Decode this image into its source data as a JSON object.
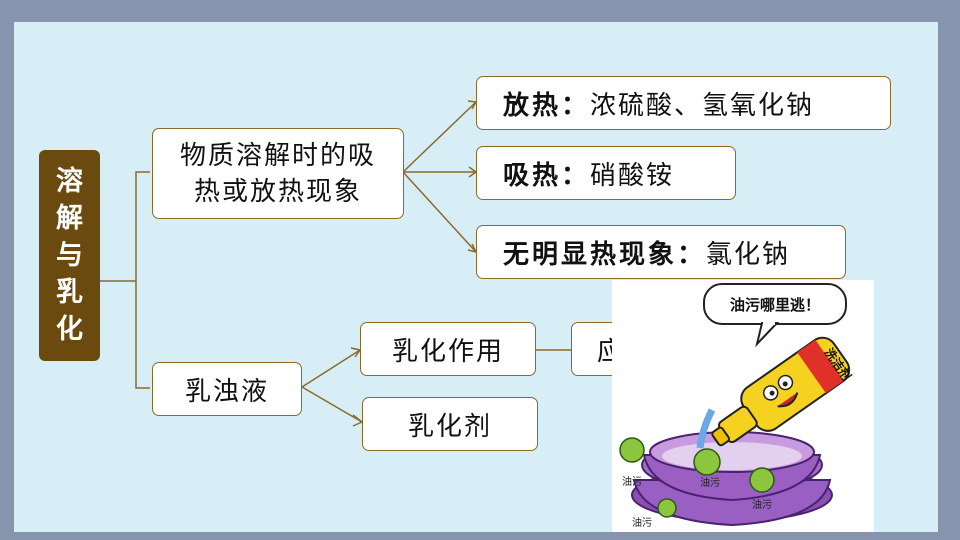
{
  "root": [
    "溶",
    "解",
    "与",
    "乳",
    "化"
  ],
  "node_a": {
    "line1": "物质溶解时的吸",
    "line2": "热或放热现象"
  },
  "exo": {
    "head": "放热：",
    "text": "浓硫酸、氢氧化钠"
  },
  "endo": {
    "head": "吸热：",
    "text": "硝酸铵"
  },
  "none": {
    "head": "无明显热现象：",
    "text": "氯化钠"
  },
  "node_b": "乳浊液",
  "emuls_effect": "乳化作用",
  "application": "应用",
  "emulsifier": "乳化剂",
  "cartoon": {
    "bubble": "油污哪里逃！",
    "bottle_label": "洗洁剂",
    "stain_label": "油污"
  }
}
